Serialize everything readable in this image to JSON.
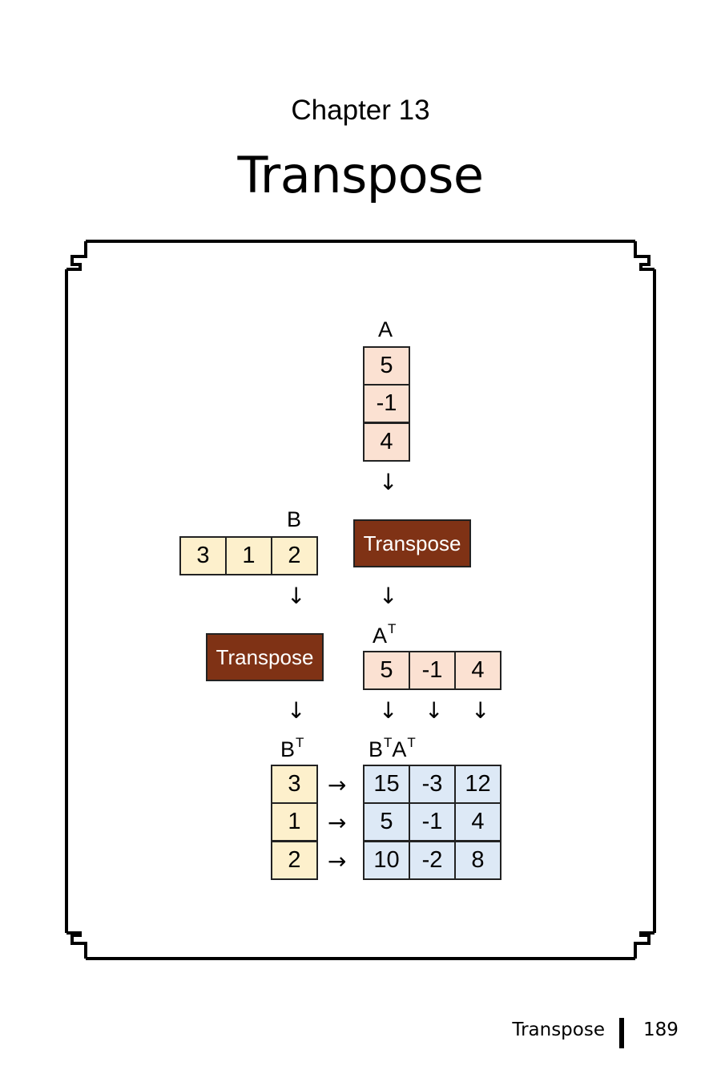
{
  "header": {
    "chapter_label": "Chapter 13",
    "chapter_title": "Transpose"
  },
  "diagram": {
    "matrix_a": {
      "label": "A",
      "values": [
        "5",
        "-1",
        "4"
      ]
    },
    "matrix_b": {
      "label": "B",
      "values": [
        "3",
        "1",
        "2"
      ]
    },
    "matrix_at": {
      "label": "A",
      "sup": "T",
      "values": [
        "5",
        "-1",
        "4"
      ]
    },
    "matrix_bt": {
      "label": "B",
      "sup": "T",
      "values": [
        "3",
        "1",
        "2"
      ]
    },
    "product": {
      "label_b": "B",
      "label_a": "A",
      "sup": "T",
      "rows": [
        [
          "15",
          "-3",
          "12"
        ],
        [
          "5",
          "-1",
          "4"
        ],
        [
          "10",
          "-2",
          "8"
        ]
      ]
    },
    "operation_label": "Transpose",
    "arrow_down": "↓",
    "arrow_right": "→",
    "colors": {
      "a": "#fbe1d2",
      "b": "#fdf0cc",
      "product": "#dde9f6",
      "operation": "#7f3215"
    }
  },
  "footer": {
    "section_title": "Transpose",
    "page_number": "189"
  }
}
